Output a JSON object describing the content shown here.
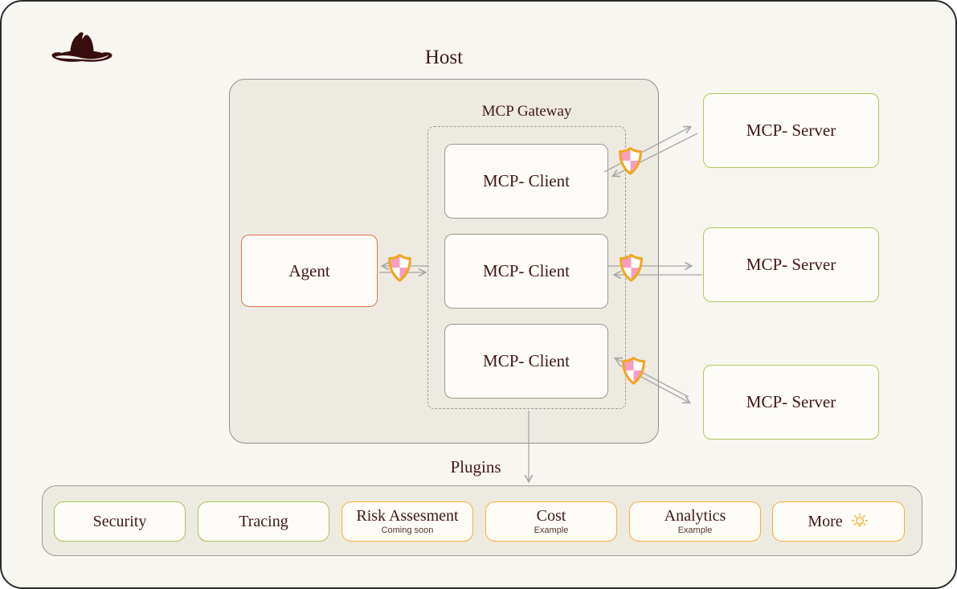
{
  "host": {
    "title": "Host",
    "gateway_label": "MCP Gateway"
  },
  "agent": {
    "label": "Agent"
  },
  "clients": [
    {
      "label": "MCP- Client"
    },
    {
      "label": "MCP- Client"
    },
    {
      "label": "MCP- Client"
    }
  ],
  "servers": [
    {
      "label": "MCP- Server"
    },
    {
      "label": "MCP- Server"
    },
    {
      "label": "MCP- Server"
    }
  ],
  "plugins": {
    "label": "Plugins",
    "items": [
      {
        "label": "Security",
        "style": "green"
      },
      {
        "label": "Tracing",
        "style": "green"
      },
      {
        "label": "Risk Assesment",
        "subtitle": "Coming soon",
        "style": "gold"
      },
      {
        "label": "Cost",
        "subtitle": "Example",
        "style": "gold"
      },
      {
        "label": "Analytics",
        "subtitle": "Example",
        "style": "gold"
      },
      {
        "label": "More",
        "icon": "lightbulb-icon",
        "style": "gold"
      }
    ]
  },
  "icons": {
    "logo": "cowboy-hat-icon",
    "guard": "shield-icon"
  },
  "colors": {
    "background": "#f8f6f0",
    "panel": "#edeae1",
    "text": "#411616",
    "gold_accent": "#f2b234",
    "green_accent": "#a4c55b",
    "coral_accent": "#e4724d",
    "shield_pink": "#f79ec0",
    "shield_gold": "#f2a71f",
    "arrow_gray": "#a8a8a8"
  }
}
